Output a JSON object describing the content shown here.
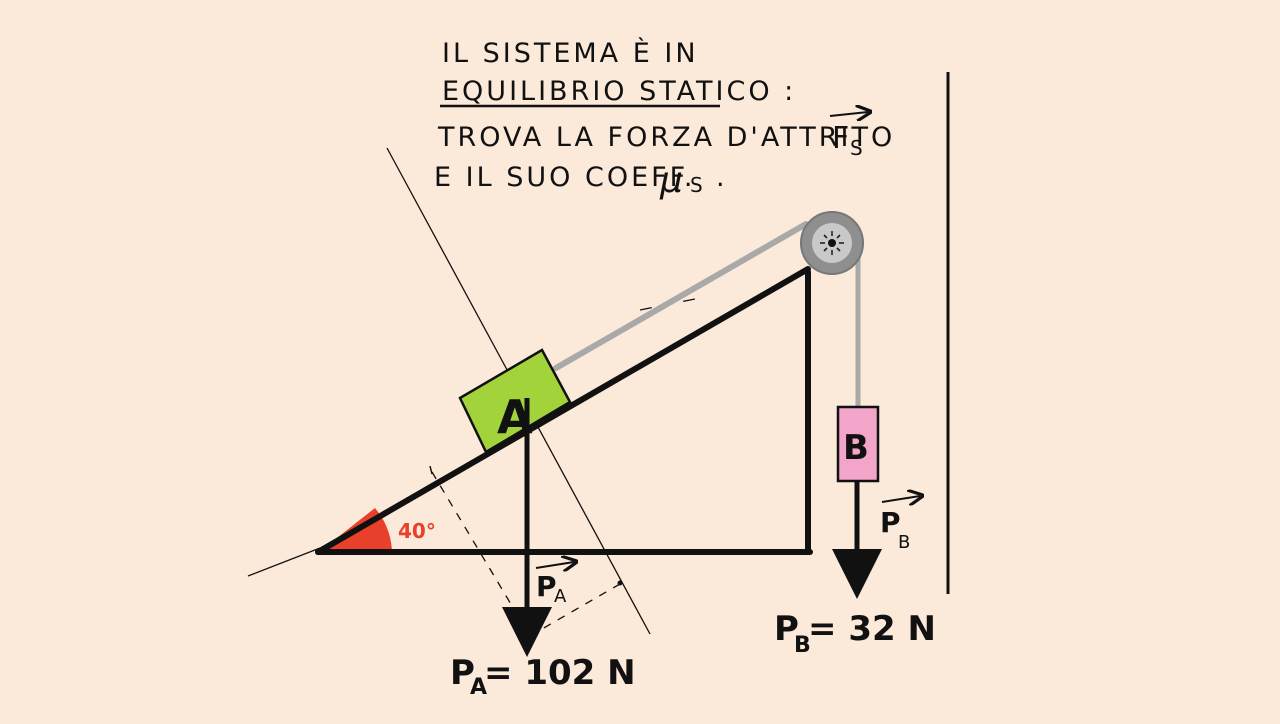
{
  "problem": {
    "line1": "IL SISTEMA È IN",
    "line2": "EQUILIBRIO STATICO :",
    "line3": "TROVA LA FORZA D'ATTRITO",
    "line4": "E IL SUO COEFF.",
    "fs_symbol": "F",
    "fs_sub": "S",
    "mu_symbol": "μ",
    "mu_sub": "S",
    "period": "."
  },
  "incline": {
    "angle_label": "40°",
    "angle_color": "#e8402a"
  },
  "block_a": {
    "label": "A",
    "color": "#a2d33a",
    "weight_vector": "P",
    "weight_sub": "A",
    "weight_eq_left": "P",
    "weight_eq_sub": "A",
    "weight_eq_value": "= 102 N"
  },
  "block_b": {
    "label": "B",
    "color": "#f2a5c8",
    "weight_vector": "P",
    "weight_sub": "B",
    "weight_eq_left": "P",
    "weight_eq_sub": "B",
    "weight_eq_value": "= 32 N"
  },
  "colors": {
    "background": "#fbe9d9",
    "ink": "#111111",
    "rope": "#a9a9a9",
    "pulley": "#8f8f8f"
  }
}
